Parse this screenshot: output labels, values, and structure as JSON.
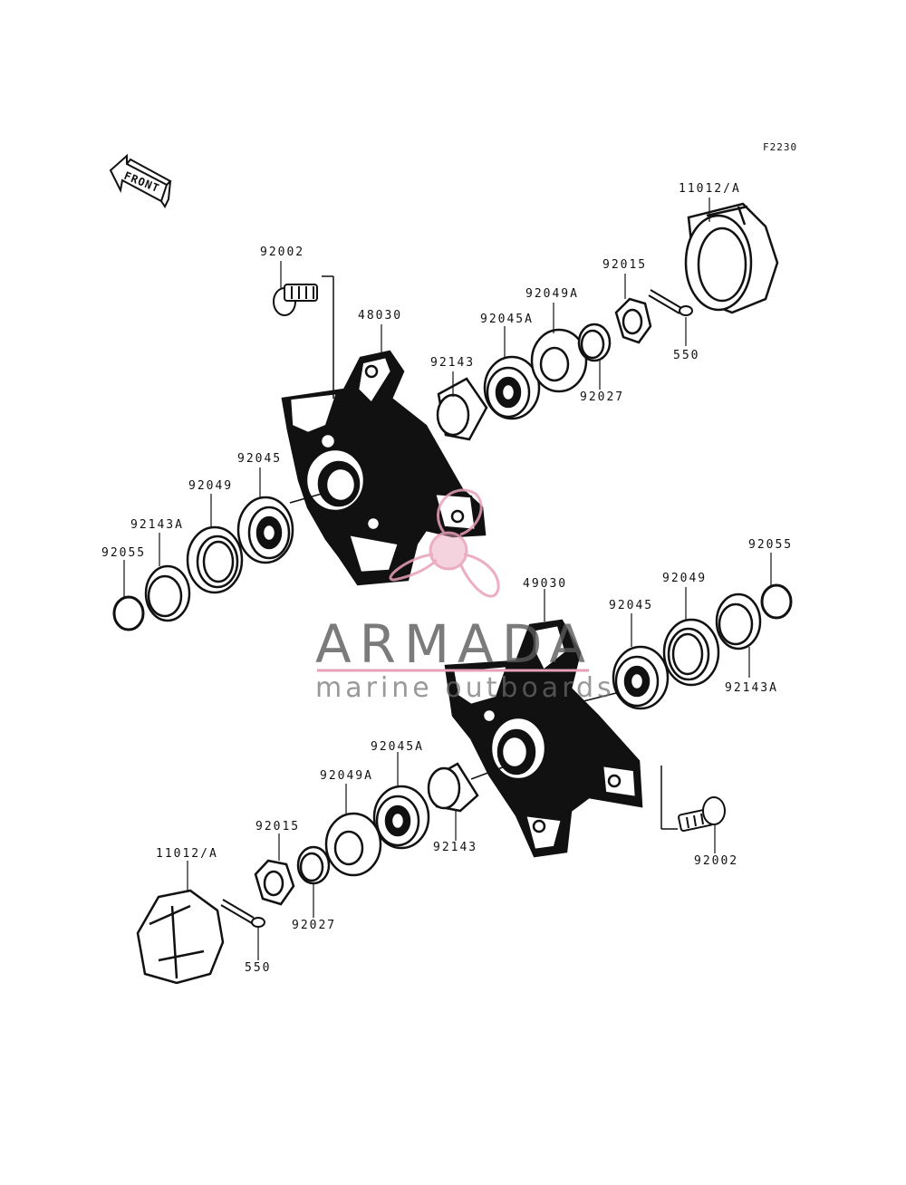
{
  "figure_code": "F2230",
  "front_label": "FRONT",
  "labels": {
    "cap_upper": "11012/A",
    "bolt_upper": "92002",
    "hub_upper": "48030",
    "nut_upper": "92015",
    "spacer_a_upper": "92049A",
    "bearing_a_upper": "92045A",
    "collar_upper": "92143",
    "ring_upper": "92027",
    "pin_upper": "550",
    "bearing_upper": "92045",
    "seal_upper": "92049",
    "collar_a_upper": "92143A",
    "snap_upper": "92055",
    "snap_lower": "92055",
    "hub_lower": "49030",
    "seal_lower": "92049",
    "bearing_lower": "92045",
    "collar_a_lower": "92143A",
    "bearing_a_lower": "92045A",
    "spacer_a_lower": "92049A",
    "nut_lower": "92015",
    "collar_lower": "92143",
    "bolt_lower": "92002",
    "cap_lower": "11012/A",
    "ring_lower": "92027",
    "pin_lower": "550"
  },
  "watermark": {
    "title": "ARMADA",
    "subtitle": "marine outboards",
    "accent_color": "#e8a0b8"
  }
}
